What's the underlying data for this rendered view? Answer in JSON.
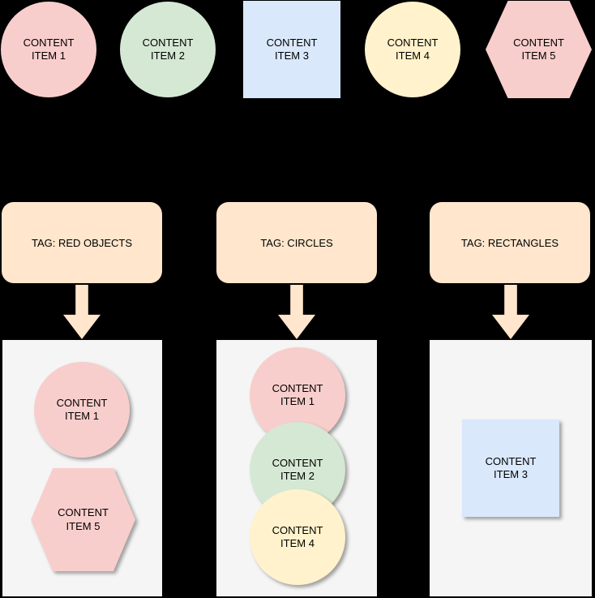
{
  "palette": {
    "background": "#000000",
    "red_fill": "#F8CECC",
    "green_fill": "#D5E8D4",
    "blue_fill": "#DAE8FC",
    "yellow_fill": "#FFF2CC",
    "tag_fill": "#FFE6CC",
    "container_fill": "#F5F5F5",
    "text": "#000000"
  },
  "top_row": {
    "items": [
      {
        "label": "CONTENT\nITEM 1",
        "shape": "circle",
        "fill": "#F8CECC"
      },
      {
        "label": "CONTENT\nITEM 2",
        "shape": "circle",
        "fill": "#D5E8D4"
      },
      {
        "label": "CONTENT\nITEM 3",
        "shape": "square",
        "fill": "#DAE8FC"
      },
      {
        "label": "CONTENT\nITEM 4",
        "shape": "circle",
        "fill": "#FFF2CC"
      },
      {
        "label": "CONTENT\nITEM 5",
        "shape": "hexagon",
        "fill": "#F8CECC"
      }
    ]
  },
  "tags": [
    {
      "label": "TAG: RED OBJECTS"
    },
    {
      "label": "TAG: CIRCLES"
    },
    {
      "label": "TAG: RECTANGLES"
    }
  ],
  "containers": [
    {
      "tag": "TAG: RED OBJECTS",
      "items": [
        {
          "label": "CONTENT\nITEM 1",
          "shape": "circle",
          "fill": "#F8CECC"
        },
        {
          "label": "CONTENT\nITEM 5",
          "shape": "hexagon",
          "fill": "#F8CECC"
        }
      ]
    },
    {
      "tag": "TAG: CIRCLES",
      "items": [
        {
          "label": "CONTENT\nITEM 1",
          "shape": "circle",
          "fill": "#F8CECC"
        },
        {
          "label": "CONTENT\nITEM 2",
          "shape": "circle",
          "fill": "#D5E8D4"
        },
        {
          "label": "CONTENT\nITEM 4",
          "shape": "circle",
          "fill": "#FFF2CC"
        }
      ]
    },
    {
      "tag": "TAG: RECTANGLES",
      "items": [
        {
          "label": "CONTENT\nITEM 3",
          "shape": "square",
          "fill": "#DAE8FC"
        }
      ]
    }
  ]
}
